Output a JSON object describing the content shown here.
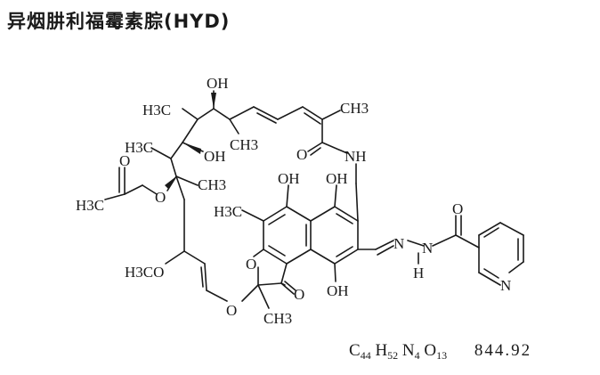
{
  "title": "异烟肼利福霉素腙(HYD)",
  "labels": {
    "oh": "OH",
    "h3c": "H3C",
    "ch3": "CH3",
    "o": "O",
    "nh": "NH",
    "n": "N",
    "h": "H",
    "h3co": "H3CO"
  },
  "formula": {
    "c": "C",
    "c_sub": "44",
    "h": "H",
    "h_sub": "52",
    "n": "N",
    "n_sub": "4",
    "o": "O",
    "o_sub": "13",
    "mw": "844.92"
  },
  "colors": {
    "ink": "#1a1a1a",
    "background": "#ffffff"
  }
}
